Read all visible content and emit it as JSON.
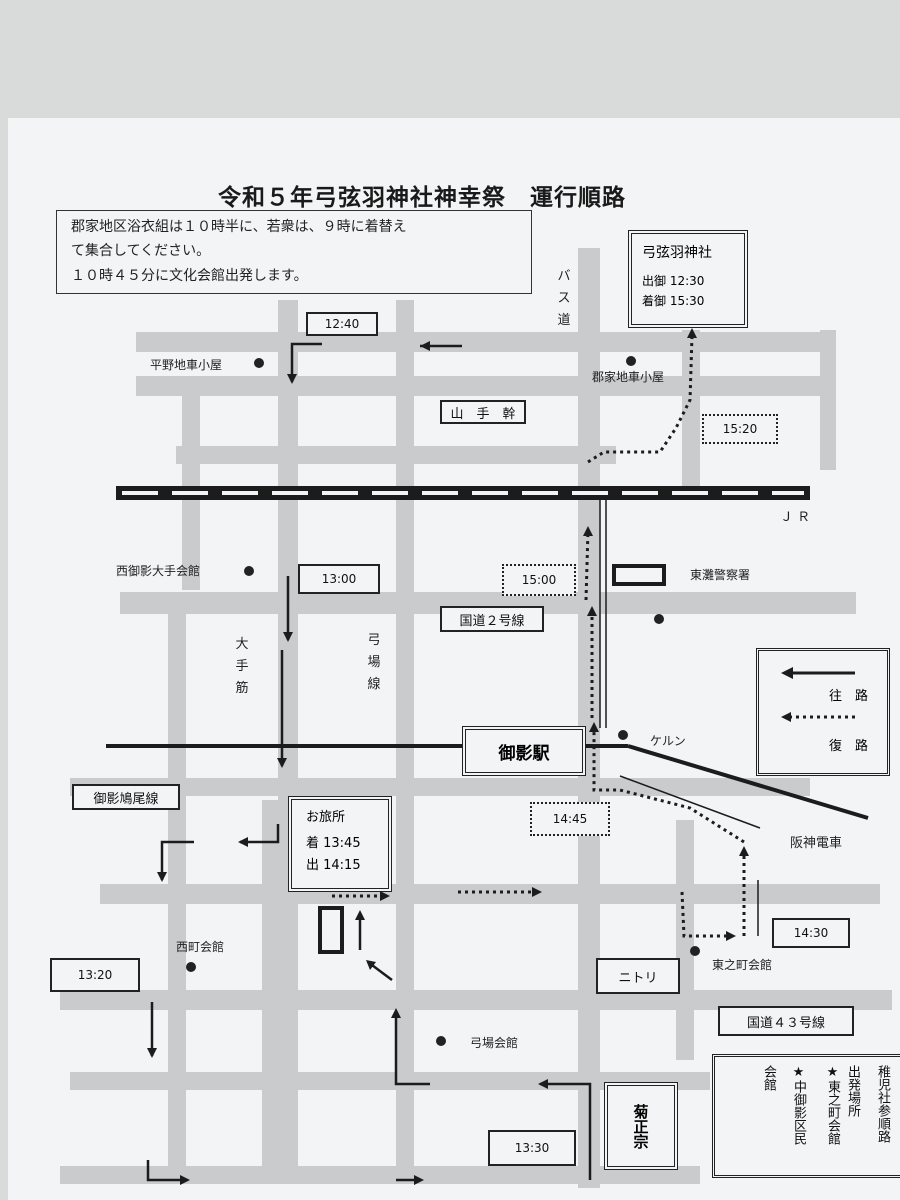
{
  "title": "令和５年弓弦羽神社神幸祭　運行順路",
  "notice": {
    "line1": "郡家地区浴衣組は１０時半に、若衆は、９時に着替え",
    "line2": "て集合してください。",
    "line3": "１０時４５分に文化会館出発します。"
  },
  "shrine": {
    "name": "弓弦羽神社",
    "depart": "出御 12:30",
    "arrive": "着御 15:30"
  },
  "tabisho": {
    "name": "お旅所",
    "arrive": "着 13:45",
    "depart": "出 14:15"
  },
  "station": "御影駅",
  "sake": "菊正宗",
  "times": {
    "t1240": "12:40",
    "t1300": "13:00",
    "t1320": "13:20",
    "t1330": "13:30",
    "t1430": "14:30",
    "t1445": "14:45",
    "t1500": "15:00",
    "t1520": "15:20"
  },
  "labels": {
    "hirano": "平野地車小屋",
    "gunge": "郡家地車小屋",
    "yamate": "山　手　幹",
    "jr": "Ｊ Ｒ",
    "nishimikage": "西御影大手会館",
    "police": "東灘警察署",
    "route2": "国道２号線",
    "kerun": "ケルン",
    "mikagetsuru": "御影鳩尾線",
    "hanshin": "阪神電車",
    "nishimachi": "西町会館",
    "nitori": "ニトリ",
    "higashinomachi": "東之町会館",
    "route43": "国道４３号線",
    "yubakaikan": "弓場会館",
    "busdo": "バス道",
    "ote": "大手筋",
    "yuba": "弓場線"
  },
  "legend": {
    "outbound": "往　路",
    "return": "復　路"
  },
  "legend2": {
    "col1": "稚児社参順路",
    "col2": "出発場所",
    "col3": "★東之町会館",
    "col4": "★中御影区民",
    "col5": "会館"
  },
  "colors": {
    "road": "#c9cbcc",
    "paper": "#f3f4f5",
    "ink": "#1c1c1c"
  }
}
